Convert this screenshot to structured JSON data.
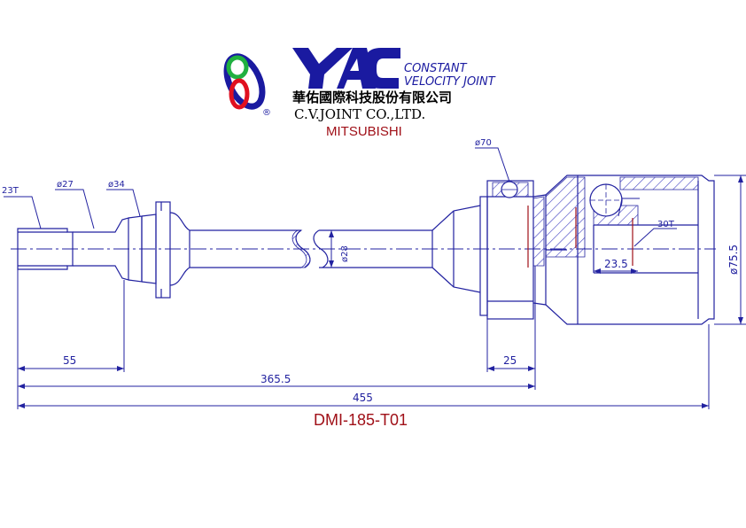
{
  "logo": {
    "brand": "YAC",
    "tagline_line1": "CONSTANT",
    "tagline_line2": "VELOCITY JOINT",
    "chinese_name": "華佑國際科技股份有限公司",
    "company_name": "C.V.JOINT CO.,LTD.",
    "registered_mark": "®",
    "maker": "MITSUBISHI"
  },
  "labels": {
    "spline_outer": "23T",
    "dia_27": "ø27",
    "dia_34": "ø34",
    "dia_28": "ø28",
    "dia_70": "ø70",
    "spline_inner": "30T",
    "inner_depth": "23.5",
    "dia_75_5": "ø75.5"
  },
  "dimensions": {
    "d55": "55",
    "d25": "25",
    "d365_5": "365.5",
    "d455": "455"
  },
  "part_number": "DMI-185-T01",
  "colors": {
    "line": "#2222a0",
    "hatch": "#4040c0",
    "red": "#a01018",
    "logo_blue": "#1a1aa0",
    "logo_red": "#e01020",
    "logo_green": "#20b040"
  }
}
